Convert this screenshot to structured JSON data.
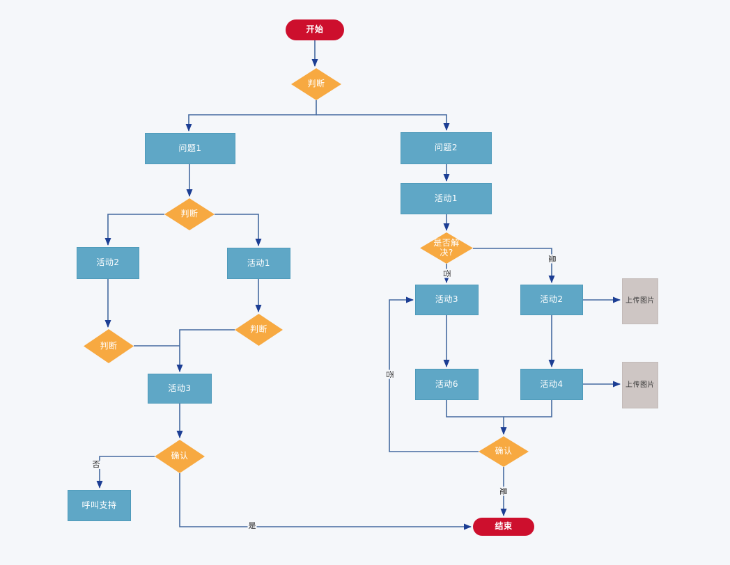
{
  "diagram": {
    "title": "troubleshooting-flowchart",
    "colors": {
      "background": "#f5f7fa",
      "terminal_red": "#cd0f2d",
      "process_blue": "#5fa7c6",
      "decision_orange": "#f7a941",
      "upload_gray": "#cec6c4",
      "edge_line": "#44699f",
      "arrowhead": "#1c3e94",
      "node_text": "#ffffff",
      "edge_label_text": "#222222"
    },
    "nodes": {
      "start": {
        "label": "开始",
        "type": "terminal"
      },
      "decision_top": {
        "label": "判断",
        "type": "decision"
      },
      "question1": {
        "label": "问题1",
        "type": "process"
      },
      "question2": {
        "label": "问题2",
        "type": "process"
      },
      "decision_left": {
        "label": "判断",
        "type": "decision"
      },
      "activity2_left": {
        "label": "活动2",
        "type": "process"
      },
      "activity1_left": {
        "label": "活动1",
        "type": "process"
      },
      "decision_lower_left": {
        "label": "判断",
        "type": "decision"
      },
      "decision_lower_right": {
        "label": "判断",
        "type": "decision"
      },
      "activity3_left": {
        "label": "活动3",
        "type": "process"
      },
      "confirm_left": {
        "label": "确认",
        "type": "decision"
      },
      "call_support": {
        "label": "呼叫支持",
        "type": "process"
      },
      "activity1_right": {
        "label": "活动1",
        "type": "process"
      },
      "decision_solved": {
        "label": "是否解决?",
        "type": "decision"
      },
      "activity3_right": {
        "label": "活动3",
        "type": "process"
      },
      "activity2_right": {
        "label": "活动2",
        "type": "process"
      },
      "upload1": {
        "label": "上传图片",
        "type": "upload"
      },
      "activity6": {
        "label": "活动6",
        "type": "process"
      },
      "activity4": {
        "label": "活动4",
        "type": "process"
      },
      "upload2": {
        "label": "上传图片",
        "type": "upload"
      },
      "confirm_right": {
        "label": "确认",
        "type": "decision"
      },
      "end": {
        "label": "结束",
        "type": "terminal"
      }
    },
    "edge_labels": {
      "confirm_left_no": "否",
      "confirm_left_yes": "是",
      "solved_no": "否",
      "solved_yes": "是",
      "confirm_right_yes": "是",
      "confirm_right_no": "否"
    }
  }
}
